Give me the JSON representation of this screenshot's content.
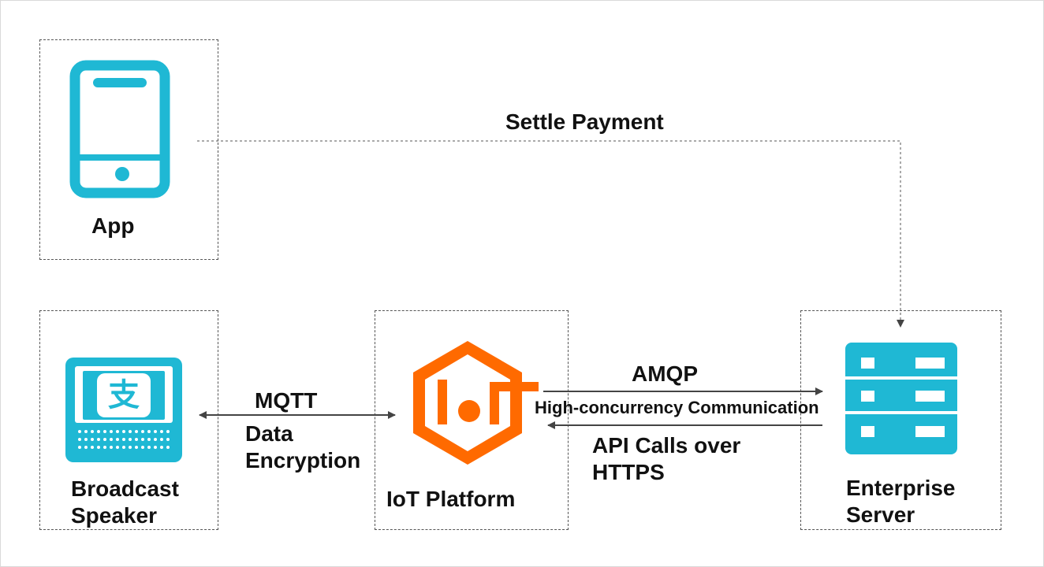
{
  "nodes": {
    "app": {
      "label": "App",
      "icon": "smartphone-icon"
    },
    "speaker": {
      "label_line1": "Broadcast",
      "label_line2": "Speaker",
      "icon": "payment-speaker-icon"
    },
    "iot": {
      "label": "IoT Platform",
      "icon": "iot-hexagon-icon"
    },
    "server": {
      "label_line1": "Enterprise",
      "label_line2": "Server",
      "icon": "server-rack-icon"
    }
  },
  "edges": {
    "settle": {
      "label": "Settle Payment"
    },
    "mqtt": {
      "protocol": "MQTT",
      "desc_line1": "Data",
      "desc_line2": "Encryption"
    },
    "amqp": {
      "protocol": "AMQP",
      "desc": "High-concurrency Communication"
    },
    "https": {
      "desc_line1": "API Calls over",
      "desc_line2": "HTTPS"
    }
  },
  "colors": {
    "teal": "#1fb8d4",
    "orange": "#ff6a00",
    "arrow": "#444444",
    "dashed_border": "#555555"
  }
}
